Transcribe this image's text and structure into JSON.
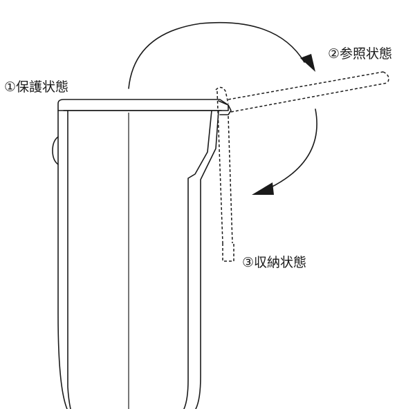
{
  "labels": {
    "protection": "①保護状態",
    "reference": "②参照状態",
    "storage": "③収納状態"
  },
  "colors": {
    "line": "#1a1a1a",
    "background": "#ffffff"
  }
}
